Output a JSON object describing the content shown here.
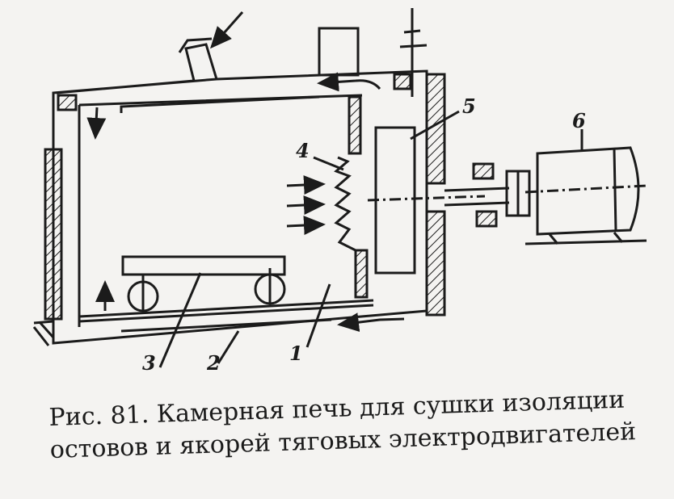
{
  "figure": {
    "part_labels": [
      "1",
      "2",
      "3",
      "4",
      "5",
      "6"
    ]
  },
  "caption": {
    "line1": "Рис. 81. Камерная печь для сушки изоляции",
    "line2": "остовов и якорей тяговых электродвигателей"
  },
  "colors": {
    "ink": "#1b1b1b",
    "paper": "#f4f3f1"
  }
}
